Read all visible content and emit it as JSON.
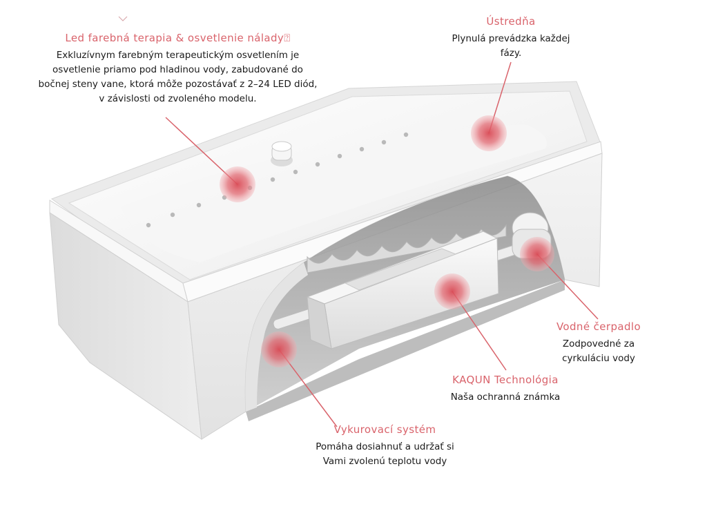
{
  "colors": {
    "accent": "#d9636b",
    "hotspot": "#e06670",
    "text": "#1a1a1a"
  },
  "icons": {
    "top_mark": "chevron-down-icon"
  },
  "callouts": {
    "led": {
      "title": "Led farebná terapia & osvetlenie nálady⍰",
      "desc": "Exkluzívnym farebným terapeutickým osvetlením je osvetlenie priamo pod hladinou vody, zabudované do bočnej steny vane, ktorá môže pozostávať z 2–24 LED diód, v závislosti od zvoleného modelu."
    },
    "ustredna": {
      "title": "Ústredňa",
      "desc": "Plynulá prevádzka každej fázy."
    },
    "cerpadlo": {
      "title": "Vodné čerpadlo",
      "desc": "Zodpovedné za cyrkuláciu vody"
    },
    "kaqun": {
      "title": "KAQUN Technológia",
      "desc": "Naša ochranná známka"
    },
    "kurenie": {
      "title": "Vykurovací systém",
      "desc": "Pomáha dosiahnuť a udržať si Vami zvolenú teplotu vody"
    }
  }
}
